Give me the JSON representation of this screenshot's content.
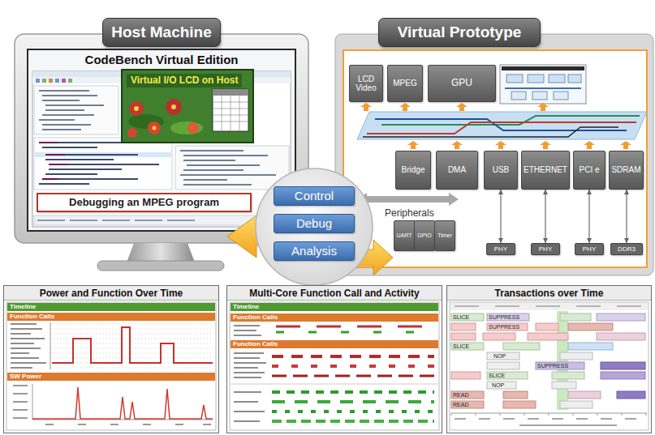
{
  "diagram": {
    "nodes": [
      {
        "text": [
          "Host Machine"
        ]
      },
      {
        "text": [
          "CodeBench Virtual Edition"
        ],
        "in": 0
      },
      {
        "text": [
          "Virtual I/O LCD on Host"
        ],
        "in": 1
      },
      {
        "text": [
          "Debugging an MPEG program"
        ],
        "in": 1
      },
      {
        "text": [
          "Virtual Prototype"
        ]
      },
      {
        "text": [
          "LCD Video"
        ],
        "in": 4
      },
      {
        "text": [
          "MPEG"
        ],
        "in": 4
      },
      {
        "text": [
          "GPU"
        ],
        "in": 4
      },
      {
        "text": [
          "Bridge"
        ],
        "in": 4
      },
      {
        "text": [
          "DMA"
        ],
        "in": 4
      },
      {
        "text": [
          "USB"
        ],
        "in": 4
      },
      {
        "text": [
          "ETHERNET"
        ],
        "in": 4
      },
      {
        "text": [
          "PCI e"
        ],
        "in": 4
      },
      {
        "text": [
          "SDRAM"
        ],
        "in": 4
      },
      {
        "text": [
          "UART"
        ],
        "in": 4
      },
      {
        "text": [
          "GPIO"
        ],
        "in": 4
      },
      {
        "text": [
          "Timer"
        ],
        "in": 4
      },
      {
        "text": [
          "PHY"
        ],
        "in": 4
      },
      {
        "text": [
          "PHY"
        ],
        "in": 4
      },
      {
        "text": [
          "PHY"
        ],
        "in": 4
      },
      {
        "text": [
          "DDR3"
        ],
        "in": 4
      },
      {
        "text": [
          "Control"
        ]
      },
      {
        "text": [
          "Debug"
        ]
      },
      {
        "text": [
          "Analysis"
        ]
      },
      {
        "text": [
          "Power and Function Over Time"
        ]
      },
      {
        "text": [
          "Multi-Core Function Call and Activity"
        ]
      },
      {
        "text": [
          "Transactions over Time"
        ]
      }
    ],
    "edges": [
      {
        "from": 10,
        "to": 17,
        "arrow": "both"
      },
      {
        "from": 11,
        "to": 18,
        "arrow": "both"
      },
      {
        "from": 12,
        "to": 19,
        "arrow": "both"
      },
      {
        "from": 13,
        "to": 20,
        "arrow": "both"
      }
    ],
    "labels": [
      "Peripherals",
      "Timeline",
      "Function Calls",
      "SW Power",
      "Timeline",
      "Function Calls",
      "Function Calls",
      "SLICE",
      "SUPPRESS",
      "SUPPRESS",
      "SLICE",
      "NOP",
      "SUPPRESS",
      "SLICE",
      "NOP",
      "READ",
      "READ"
    ]
  }
}
